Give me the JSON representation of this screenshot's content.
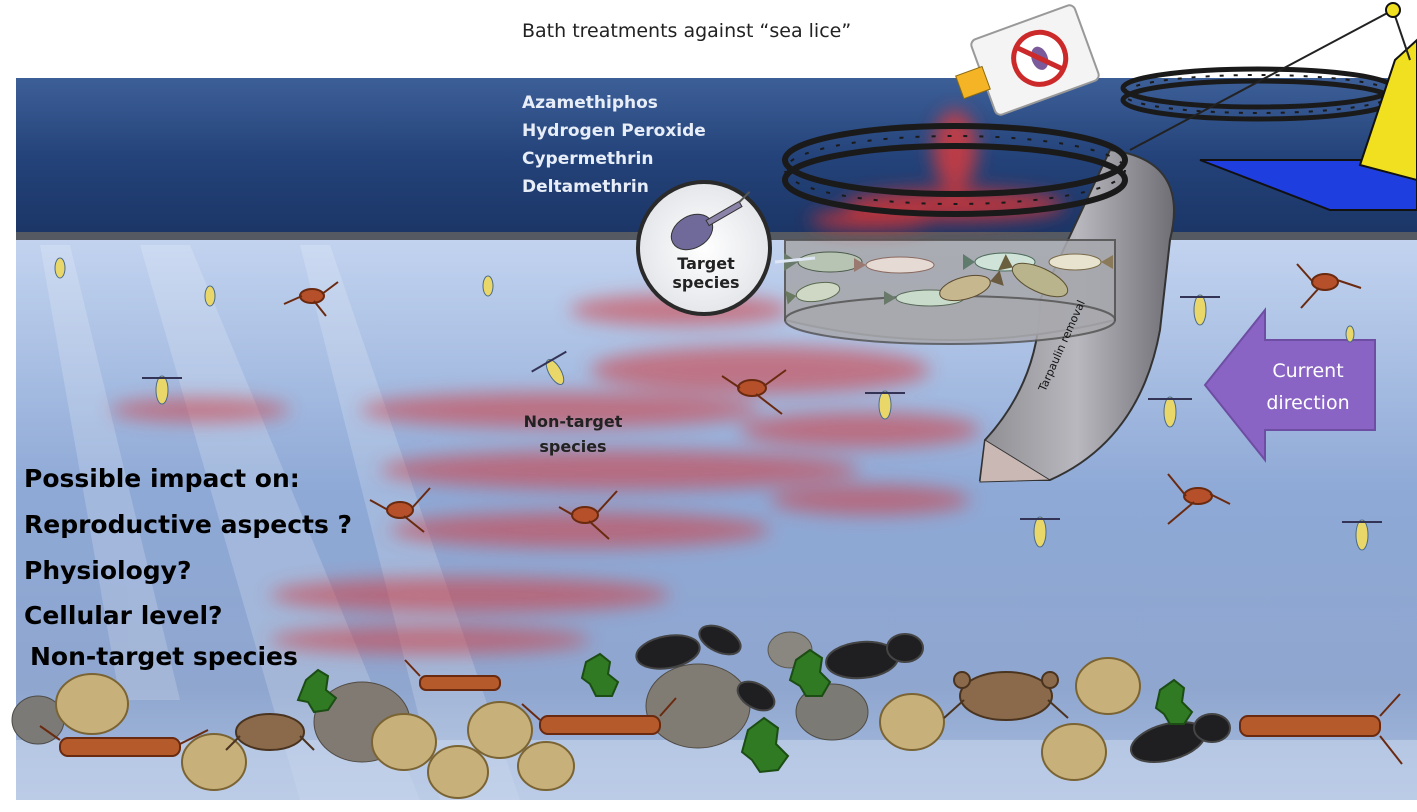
{
  "title": "Bath treatments against “sea lice”",
  "chemicals": [
    "Azamethiphos",
    "Hydrogen Peroxide",
    "Cypermethrin",
    "Deltamethrin"
  ],
  "target_label": [
    "Target",
    "species"
  ],
  "nontarget_label": [
    "Non-target",
    "species"
  ],
  "impact_lines": [
    "Possible impact on:",
    "Reproductive aspects ?",
    "Physiology?",
    "Cellular level?",
    "Non-target species"
  ],
  "current_label": [
    "Current",
    "direction"
  ],
  "tarpaulin_label": "Tarpaulin removal",
  "colors": {
    "sky": "#ffffff",
    "sea_surface": "#2a4a7e",
    "water": "#9fb8df",
    "chemical_plume": "#d2393a",
    "current_arrow": "#8a64c4",
    "boat_hull": "#1e3ee0",
    "boat_deck": "#f0e020"
  },
  "icons": [
    "bottle-icon",
    "no-lice-icon",
    "fish-pen-ring",
    "fish-icon",
    "copepod-icon",
    "crab-icon",
    "lobster-icon",
    "mussel-icon",
    "oyster-icon",
    "seaweed-icon",
    "rock-icon",
    "boat-icon"
  ]
}
